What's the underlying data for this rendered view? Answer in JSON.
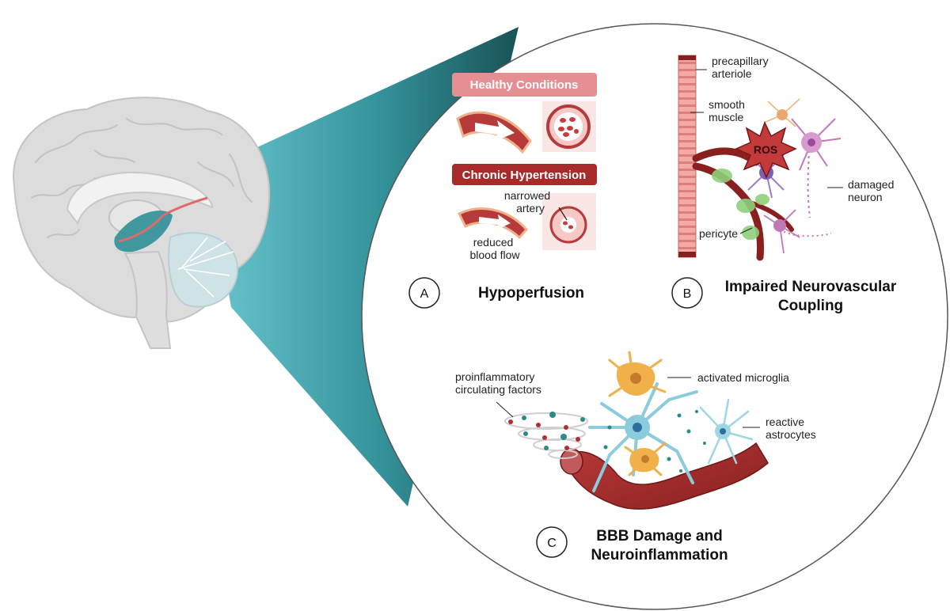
{
  "panel_a": {
    "letter": "A",
    "title": "Hypoperfusion",
    "healthy_banner": "Healthy Conditions",
    "hypertension_banner": "Chronic Hypertension",
    "label_narrowed_1": "narrowed",
    "label_narrowed_2": "artery",
    "label_reduced_1": "reduced",
    "label_reduced_2": "blood flow"
  },
  "panel_b": {
    "letter": "B",
    "title_1": "Impaired Neurovascular",
    "title_2": "Coupling",
    "label_precapillary_1": "precapillary",
    "label_precapillary_2": "arteriole",
    "label_smooth_1": "smooth",
    "label_smooth_2": "muscle",
    "label_ros": "ROS",
    "label_damaged_1": "damaged",
    "label_damaged_2": "neuron",
    "label_pericyte": "pericyte"
  },
  "panel_c": {
    "letter": "C",
    "title_1": "BBB Damage and",
    "title_2": "Neuroinflammation",
    "label_proinflam_1": "proinflammatory",
    "label_proinflam_2": "circulating factors",
    "label_microglia": "activated microglia",
    "label_astro_1": "reactive",
    "label_astro_2": "astrocytes"
  },
  "colors": {
    "teal_dark": "#0d4f52",
    "teal_light": "#3aa3ad",
    "banner_light": "#e58f92",
    "banner_dark": "#a82a2a",
    "vessel_red": "#9b2222",
    "microglia": "#f0b04a",
    "astrocyte": "#8ccbdc",
    "neuron": "#c078b8"
  }
}
